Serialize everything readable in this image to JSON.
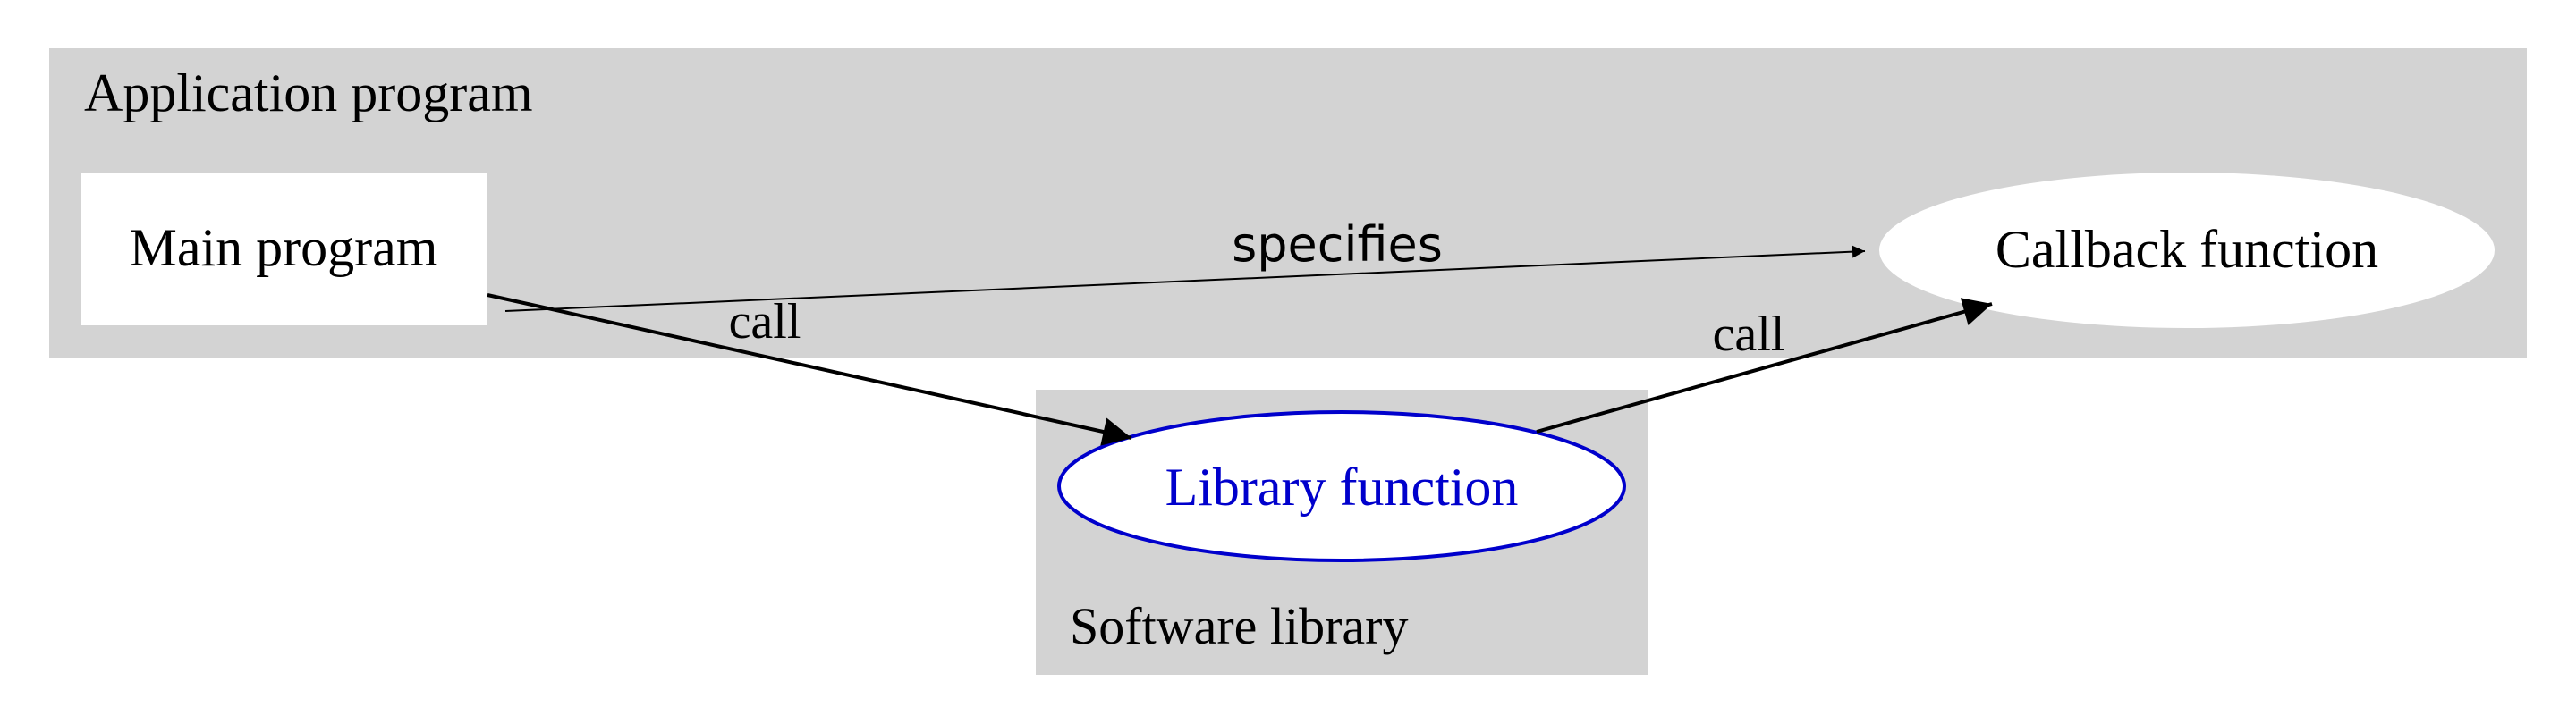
{
  "clusters": {
    "application": {
      "label": "Application program",
      "fill": "#d3d3d3"
    },
    "library": {
      "label": "Software library",
      "fill": "#d3d3d3"
    }
  },
  "nodes": {
    "main_program": {
      "label": "Main program",
      "shape": "box",
      "fill": "#ffffff",
      "text_color": "#000000"
    },
    "callback_function": {
      "label": "Callback function",
      "shape": "ellipse",
      "fill": "#ffffff",
      "text_color": "#000000"
    },
    "library_function": {
      "label": "Library function",
      "shape": "ellipse",
      "fill": "#ffffff",
      "stroke": "#0000cc",
      "text_color": "#0000cc"
    }
  },
  "edges": {
    "main_to_library": {
      "from": "Main program",
      "to": "Library function",
      "label": "call"
    },
    "library_to_callback": {
      "from": "Library function",
      "to": "Callback function",
      "label": "call"
    },
    "main_to_callback": {
      "from": "Main program",
      "to": "Callback function",
      "label": "specifies"
    }
  },
  "colors": {
    "edge": "#000000",
    "background": "#ffffff"
  }
}
